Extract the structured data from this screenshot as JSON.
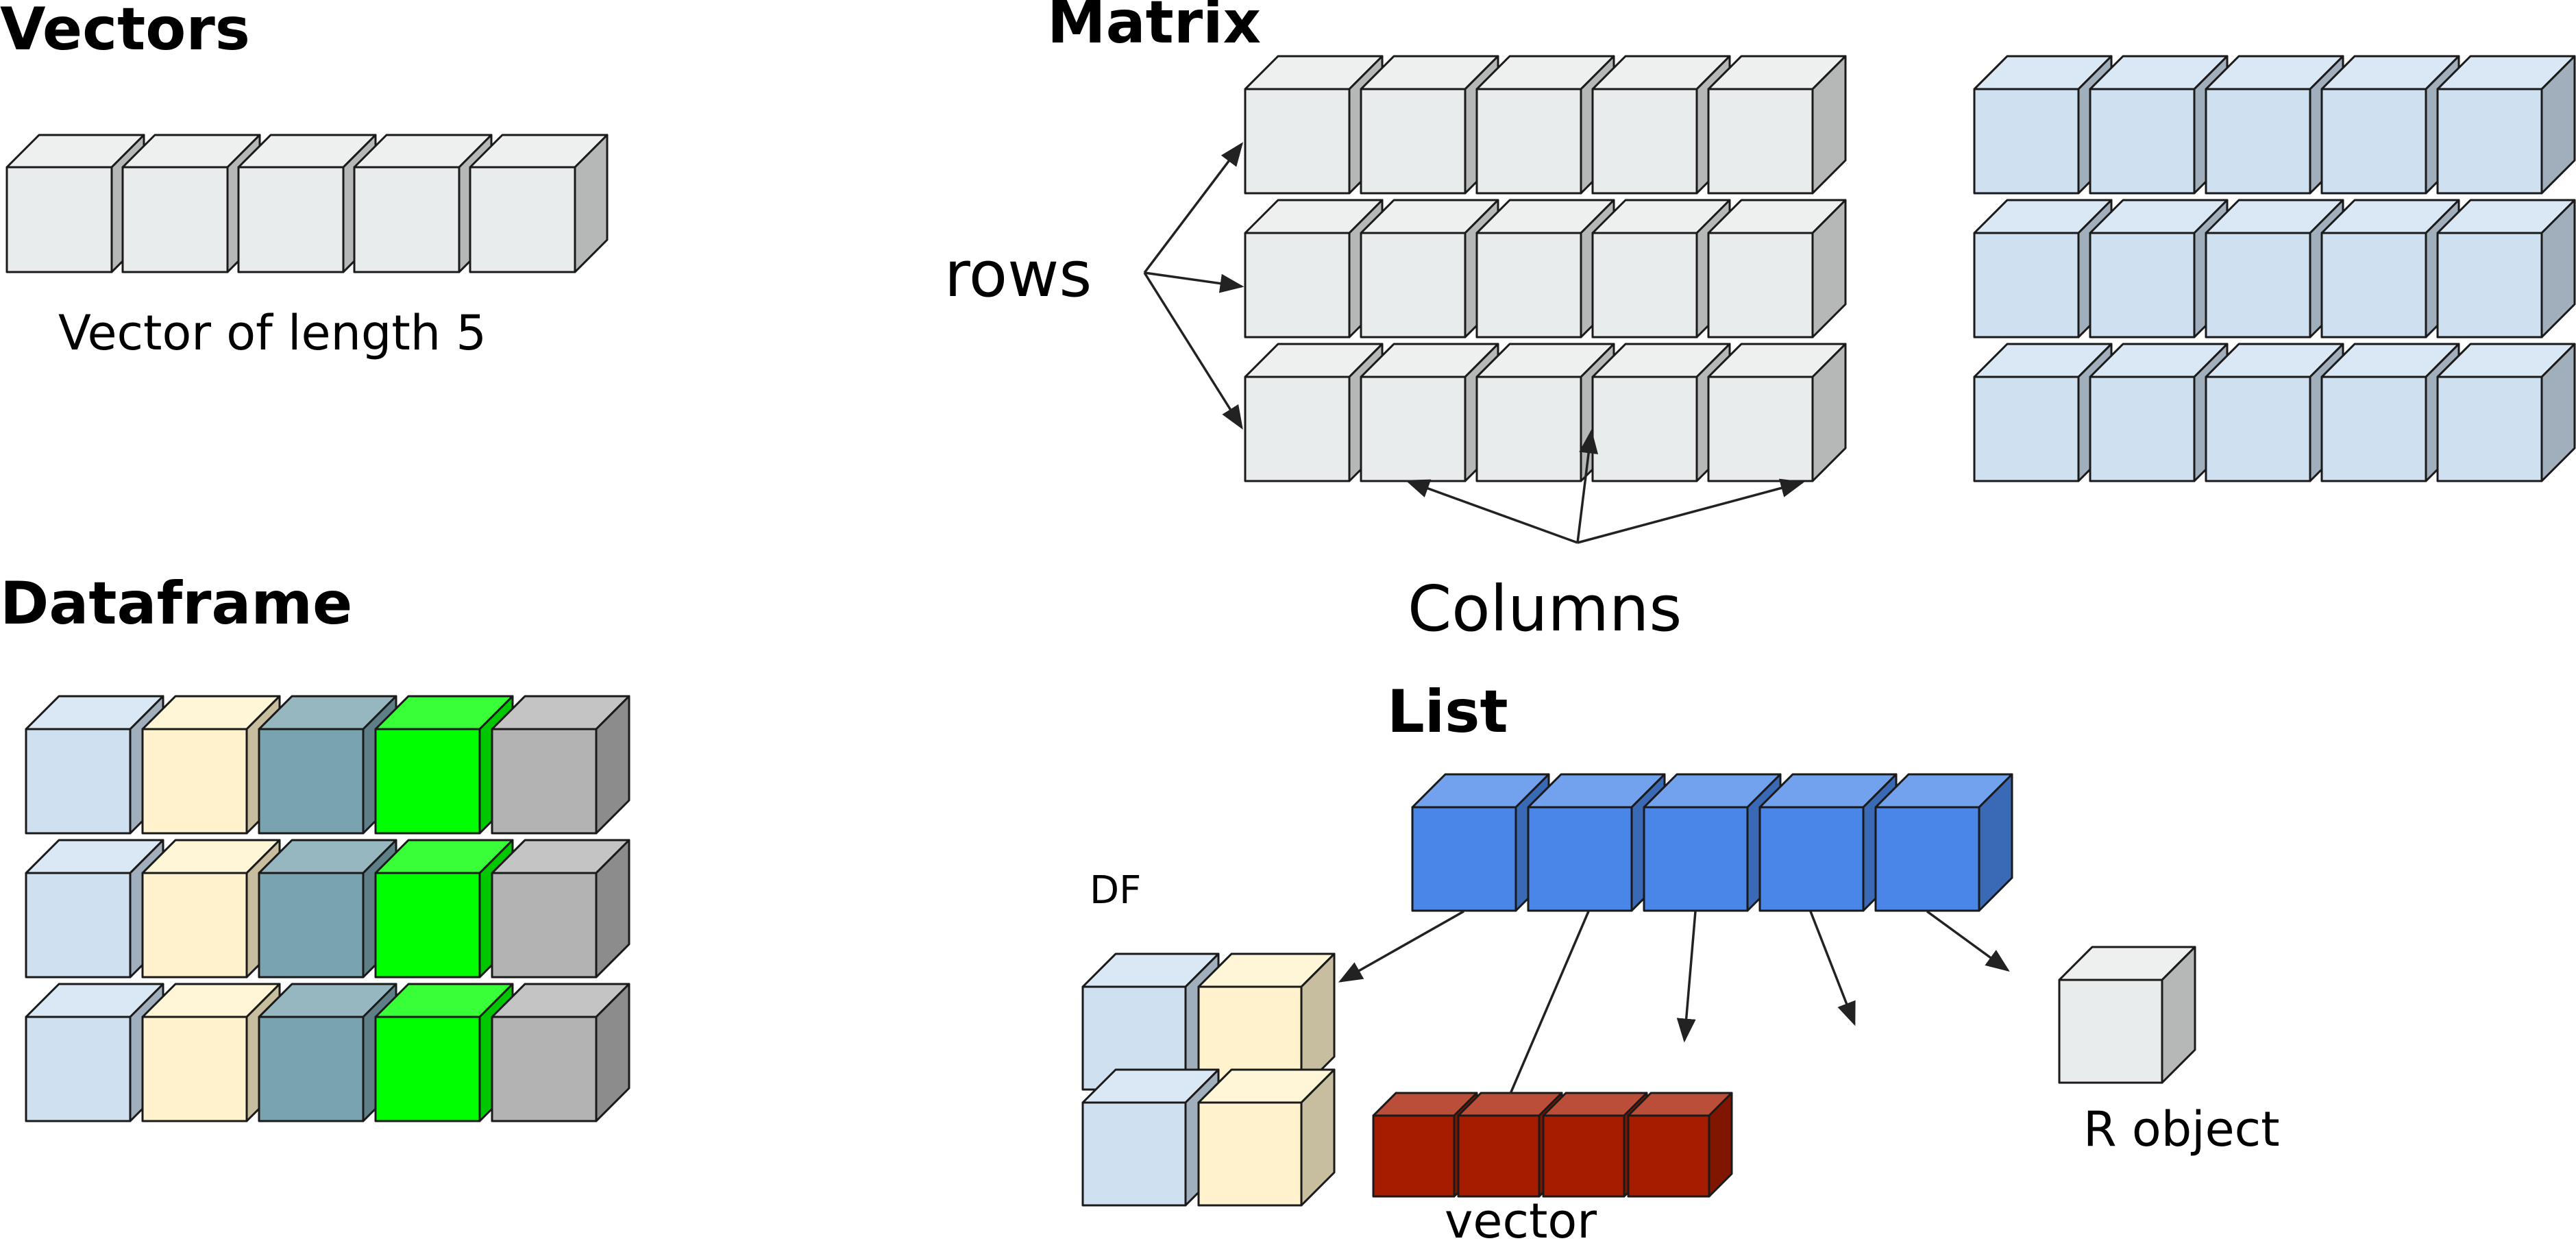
{
  "diagram": {
    "vectors": {
      "title": "Vectors",
      "caption": "Vector of length 5",
      "length": 5,
      "color": "#e9ecec"
    },
    "matrix": {
      "title": "Matrix",
      "rows_label": "rows",
      "columns_label": "Columns",
      "nrow": 3,
      "ncol": 5,
      "color": "#e9ecec",
      "second_color": "#cfe0f1"
    },
    "dataframe": {
      "title": "Dataframe",
      "nrow": 3,
      "column_colors": [
        "#cfe0f1",
        "#fff2cc",
        "#79a3ae",
        "#00ff00",
        "#b3b3b3"
      ]
    },
    "list": {
      "title": "List",
      "length": 5,
      "color": "#4a86e8",
      "df_label": "DF",
      "vector_label": "vector",
      "robject_label": "R object",
      "df_colors": [
        "#cfe0f1",
        "#fff2cc"
      ],
      "vector_color": "#a61c00",
      "robject_color": "#e9ecec"
    }
  }
}
